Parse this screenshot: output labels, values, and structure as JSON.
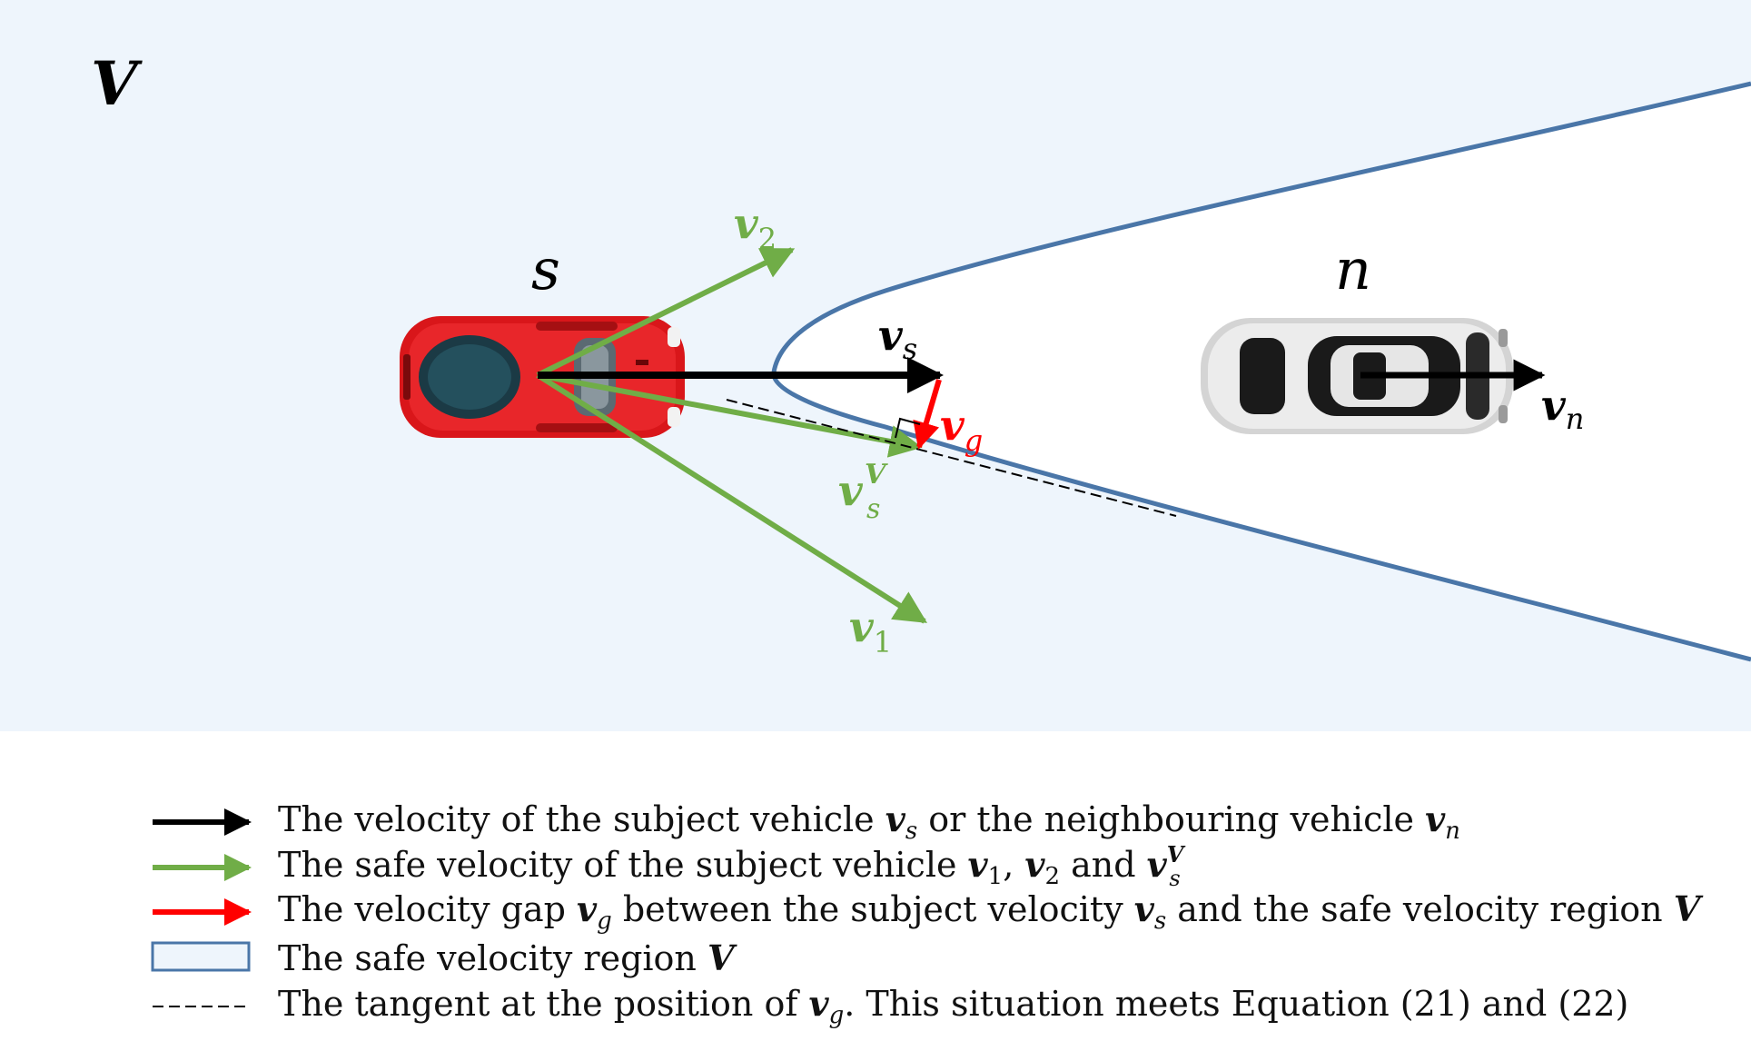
{
  "colors": {
    "region_fill": "#eef5fc",
    "boundary": "#4a76a8",
    "black_arrow": "#000000",
    "green_arrow": "#70ad47",
    "red_arrow": "#ff0000",
    "subject_car": "#d9161a",
    "neighbour_car": "#e8e8e8"
  },
  "labels": {
    "region": "V",
    "subject": "s",
    "neighbour": "n",
    "v": "v",
    "sub_s": "s",
    "sub_n": "n",
    "sub_g": "g",
    "sub_1": "1",
    "sub_2": "2",
    "sup_V": "V"
  },
  "legend": {
    "black": {
      "prefix": "The velocity of the subject vehicle ",
      "middle": " or the neighbouring vehicle "
    },
    "green": {
      "prefix": "The safe velocity of the subject vehicle ",
      "comma": ", ",
      "and": " and "
    },
    "red": {
      "prefix": "The velocity gap ",
      "middle": " between the subject velocity ",
      "suffix": " and the safe velocity region "
    },
    "region": {
      "prefix": "The safe velocity region "
    },
    "tangent": {
      "prefix": "The tangent at the position of ",
      "suffix": ". This situation meets Equation (21) and (22)"
    }
  }
}
